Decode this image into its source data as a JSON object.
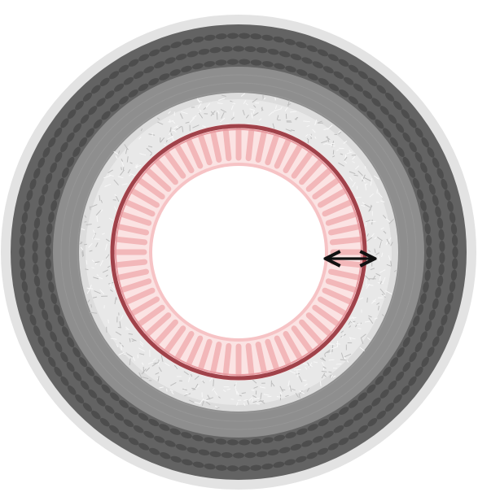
{
  "diagram": {
    "type": "concentric-cross-section",
    "layers_outer_to_inner": [
      {
        "name": "outer-halo",
        "color": "#e3e3e3",
        "texture": "none"
      },
      {
        "name": "outer-textured-ring",
        "color": "#636363",
        "texture": "oval-cells"
      },
      {
        "name": "middle-gray-band",
        "color": "#8e8e8e",
        "texture": "faint-concentric-lines"
      },
      {
        "name": "light-speckled-ring",
        "color": "#dcdcdc",
        "texture": "speckle"
      },
      {
        "name": "dark-red-membrane",
        "color": "#a0424a",
        "texture": "none"
      },
      {
        "name": "pink-radial-ring",
        "color": "#f2b7b9",
        "texture": "radial-bars"
      },
      {
        "name": "lumen",
        "color": "#ffffff",
        "texture": "none"
      }
    ],
    "radial_bar_count": 60,
    "marker": {
      "type": "double-headed-arrow",
      "color": "#111111"
    }
  }
}
